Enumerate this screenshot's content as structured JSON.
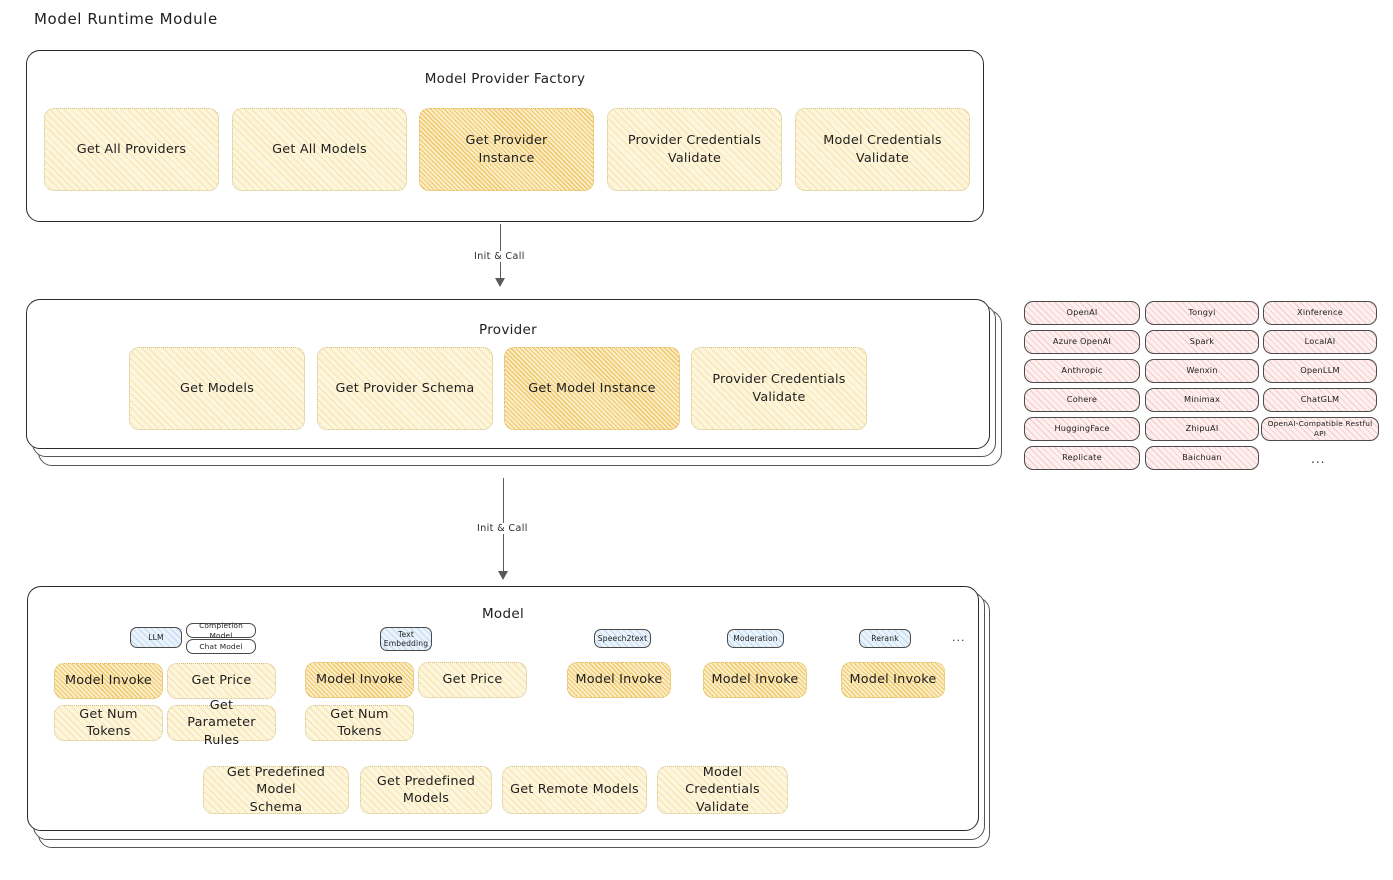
{
  "page": {
    "title": "Model Runtime Module"
  },
  "colors": {
    "fill_yellow": "#fdf6de",
    "fill_yellow_highlight": "#fbeec4",
    "fill_pink": "#fdf0ef",
    "fill_blue": "#eaf3fb",
    "stroke": "#1e1e1e"
  },
  "factory": {
    "title": "Model Provider Factory",
    "items": [
      {
        "label": "Get All Providers",
        "highlight": false
      },
      {
        "label": "Get All Models",
        "highlight": false
      },
      {
        "label": "Get Provider\nInstance",
        "highlight": true
      },
      {
        "label": "Provider Credentials\nValidate",
        "highlight": false
      },
      {
        "label": "Model Credentials\nValidate",
        "highlight": false
      }
    ]
  },
  "arrows": [
    {
      "label": "Init & Call",
      "from": "factory",
      "to": "provider"
    },
    {
      "label": "Init & Call",
      "from": "provider",
      "to": "model"
    }
  ],
  "provider": {
    "title": "Provider",
    "items": [
      {
        "label": "Get Models",
        "highlight": false
      },
      {
        "label": "Get Provider Schema",
        "highlight": false
      },
      {
        "label": "Get Model Instance",
        "highlight": true
      },
      {
        "label": "Provider Credentials\nValidate",
        "highlight": false
      }
    ]
  },
  "provider_list": {
    "columns": [
      [
        "OpenAI",
        "Azure OpenAI",
        "Anthropic",
        "Cohere",
        "HuggingFace",
        "Replicate"
      ],
      [
        "Tongyi",
        "Spark",
        "Wenxin",
        "Minimax",
        "ZhipuAI",
        "Baichuan"
      ],
      [
        "Xinference",
        "LocalAI",
        "OpenLLM",
        "ChatGLM",
        "OpenAI-Compatible Restful API"
      ]
    ],
    "more": "..."
  },
  "model": {
    "title": "Model",
    "more": "...",
    "types": [
      {
        "name": "LLM",
        "sub": [
          "Completion Model",
          "Chat Model"
        ],
        "methods": [
          {
            "label": "Model Invoke",
            "highlight": true
          },
          {
            "label": "Get Price",
            "highlight": false
          },
          {
            "label": "Get Num Tokens",
            "highlight": false
          },
          {
            "label": "Get Parameter\nRules",
            "highlight": false
          }
        ]
      },
      {
        "name": "Text\nEmbedding",
        "sub": [],
        "methods": [
          {
            "label": "Model Invoke",
            "highlight": true
          },
          {
            "label": "Get Price",
            "highlight": false
          },
          {
            "label": "Get Num Tokens",
            "highlight": false
          }
        ]
      },
      {
        "name": "Speech2text",
        "sub": [],
        "methods": [
          {
            "label": "Model Invoke",
            "highlight": true
          }
        ]
      },
      {
        "name": "Moderation",
        "sub": [],
        "methods": [
          {
            "label": "Model Invoke",
            "highlight": true
          }
        ]
      },
      {
        "name": "Rerank",
        "sub": [],
        "methods": [
          {
            "label": "Model Invoke",
            "highlight": true
          }
        ]
      }
    ],
    "common_methods": [
      "Get Predefined Model\nSchema",
      "Get Predefined\nModels",
      "Get Remote Models",
      "Model Credentials\nValidate"
    ]
  }
}
